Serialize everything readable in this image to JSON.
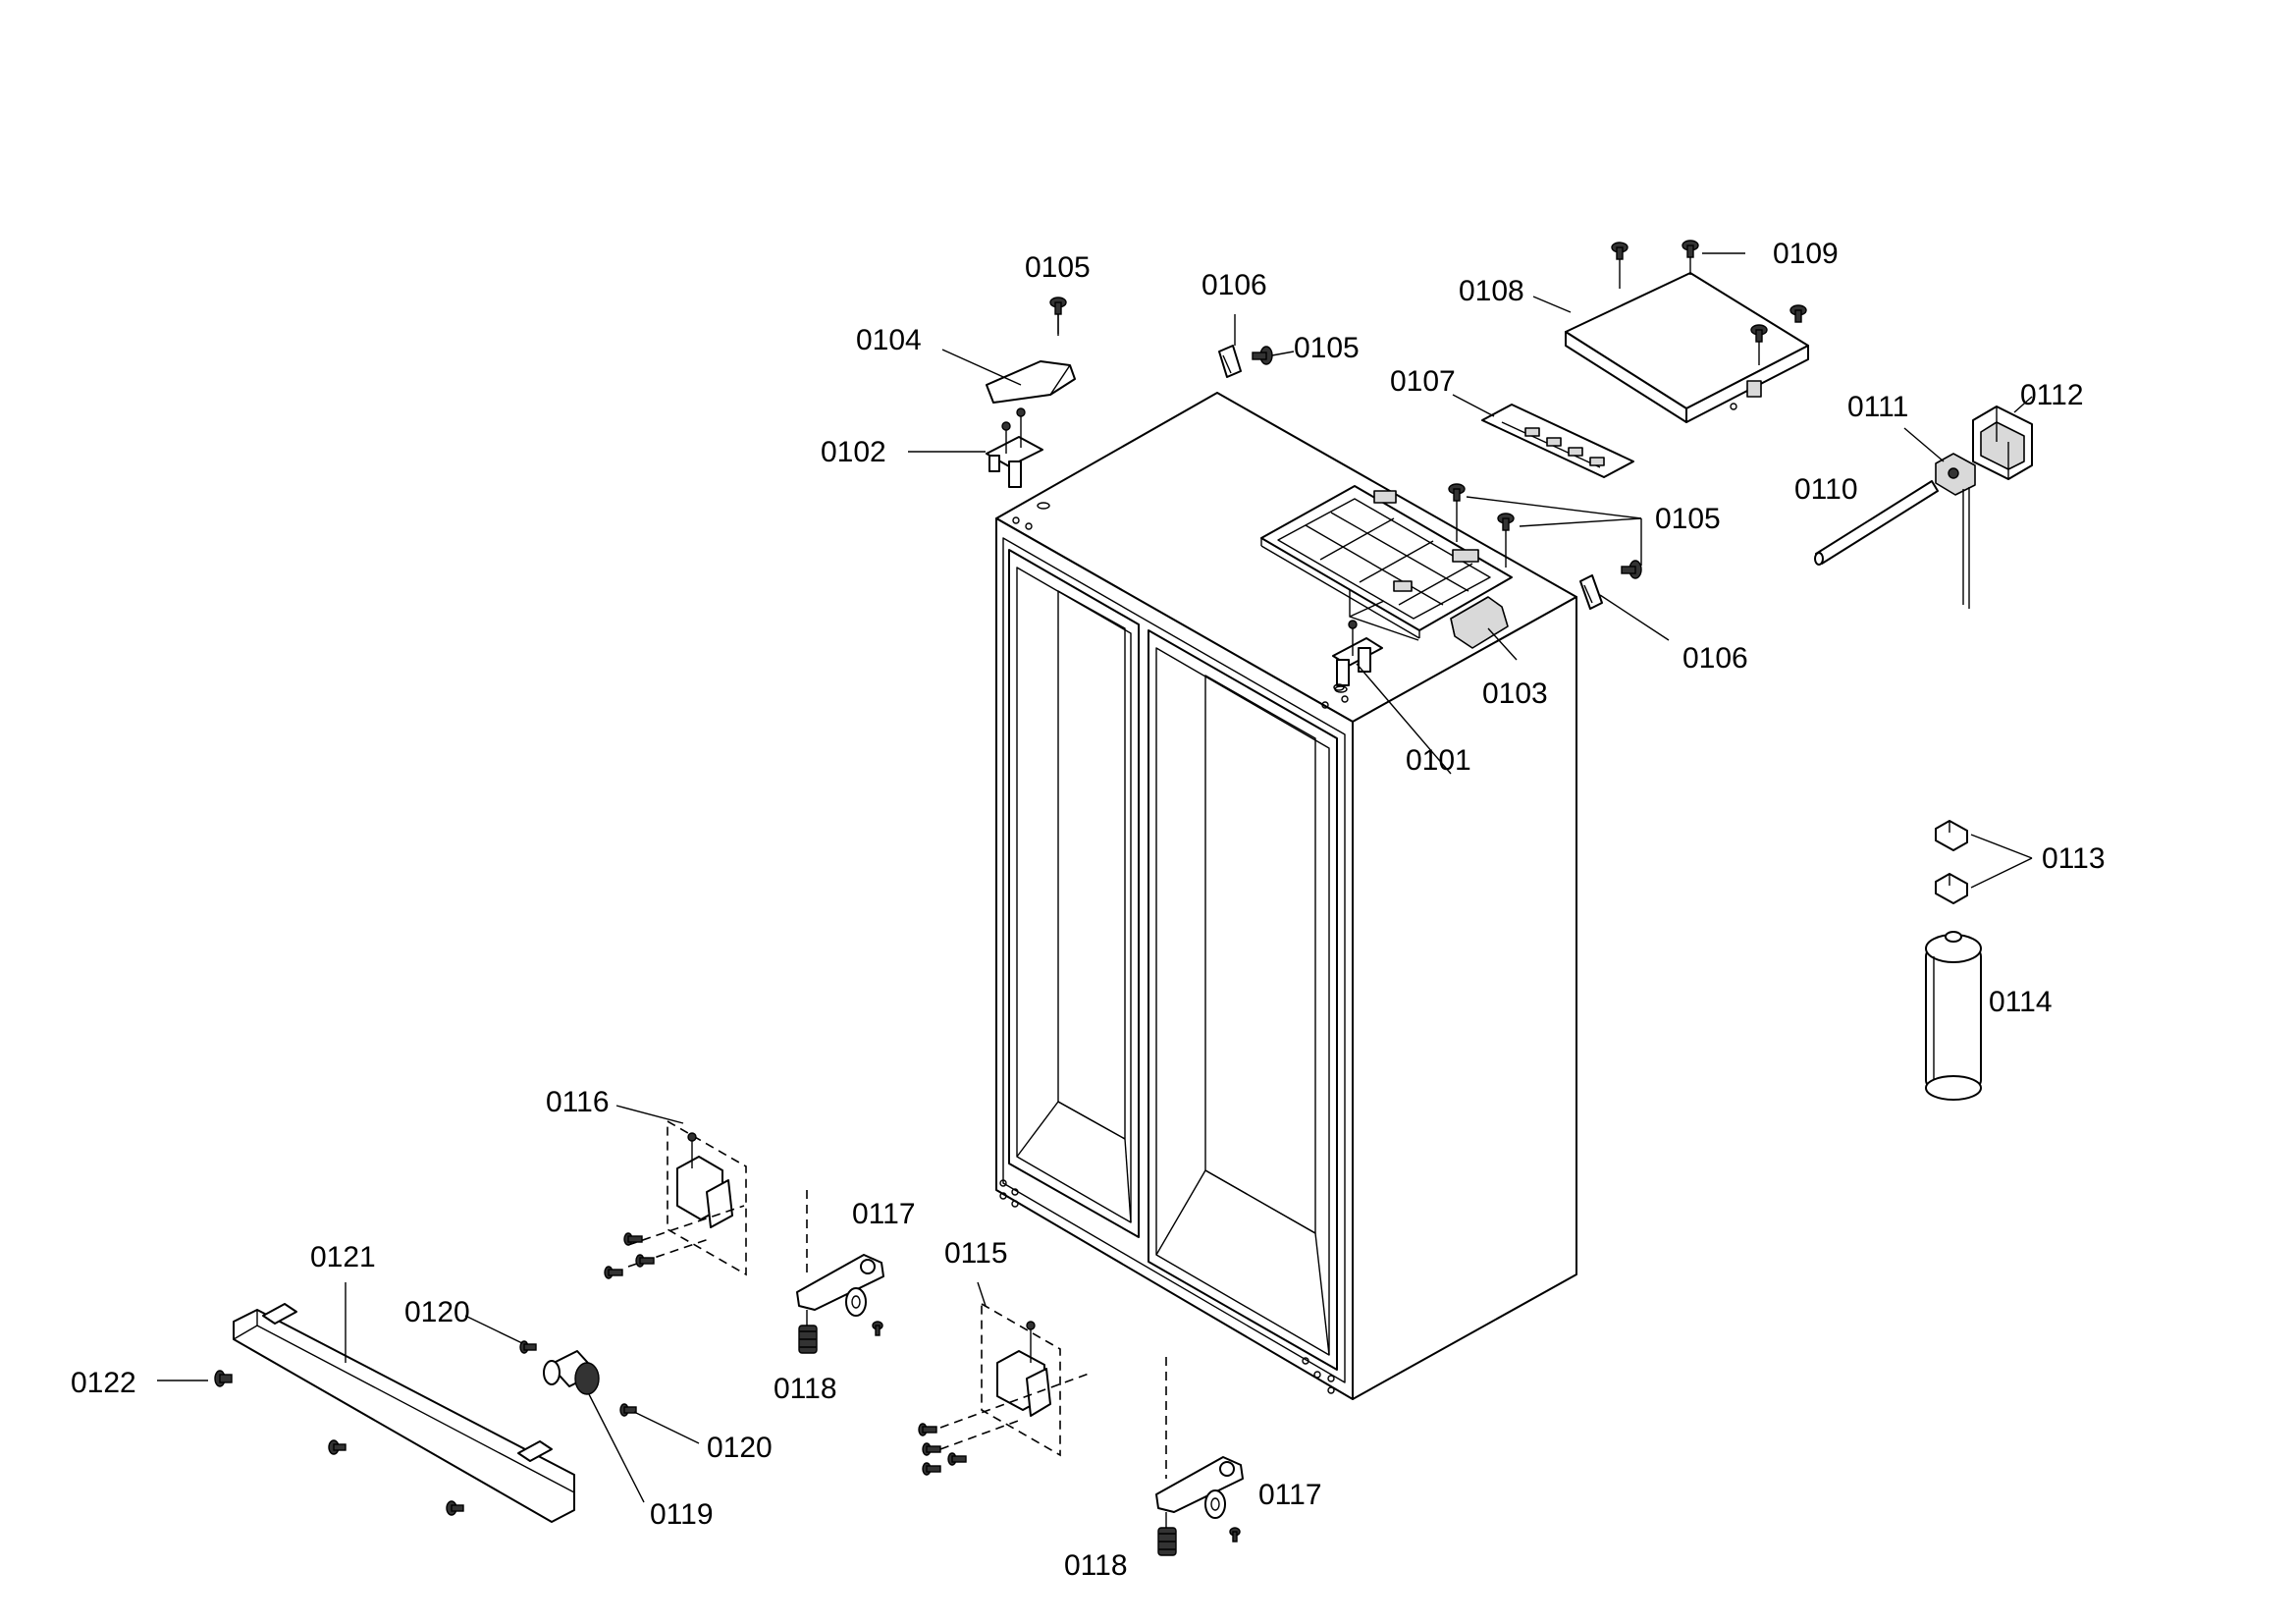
{
  "diagram": {
    "labels": {
      "p0101": "0101",
      "p0102": "0102",
      "p0103": "0103",
      "p0104": "0104",
      "p0105a": "0105",
      "p0105b": "0105",
      "p0105c": "0105",
      "p0106a": "0106",
      "p0106b": "0106",
      "p0107": "0107",
      "p0108": "0108",
      "p0109": "0109",
      "p0110": "0110",
      "p0111": "0111",
      "p0112": "0112",
      "p0113": "0113",
      "p0114": "0114",
      "p0115": "0115",
      "p0116": "0116",
      "p0117a": "0117",
      "p0117b": "0117",
      "p0118a": "0118",
      "p0118b": "0118",
      "p0119": "0119",
      "p0120a": "0120",
      "p0120b": "0120",
      "p0121": "0121",
      "p0122": "0122"
    }
  }
}
